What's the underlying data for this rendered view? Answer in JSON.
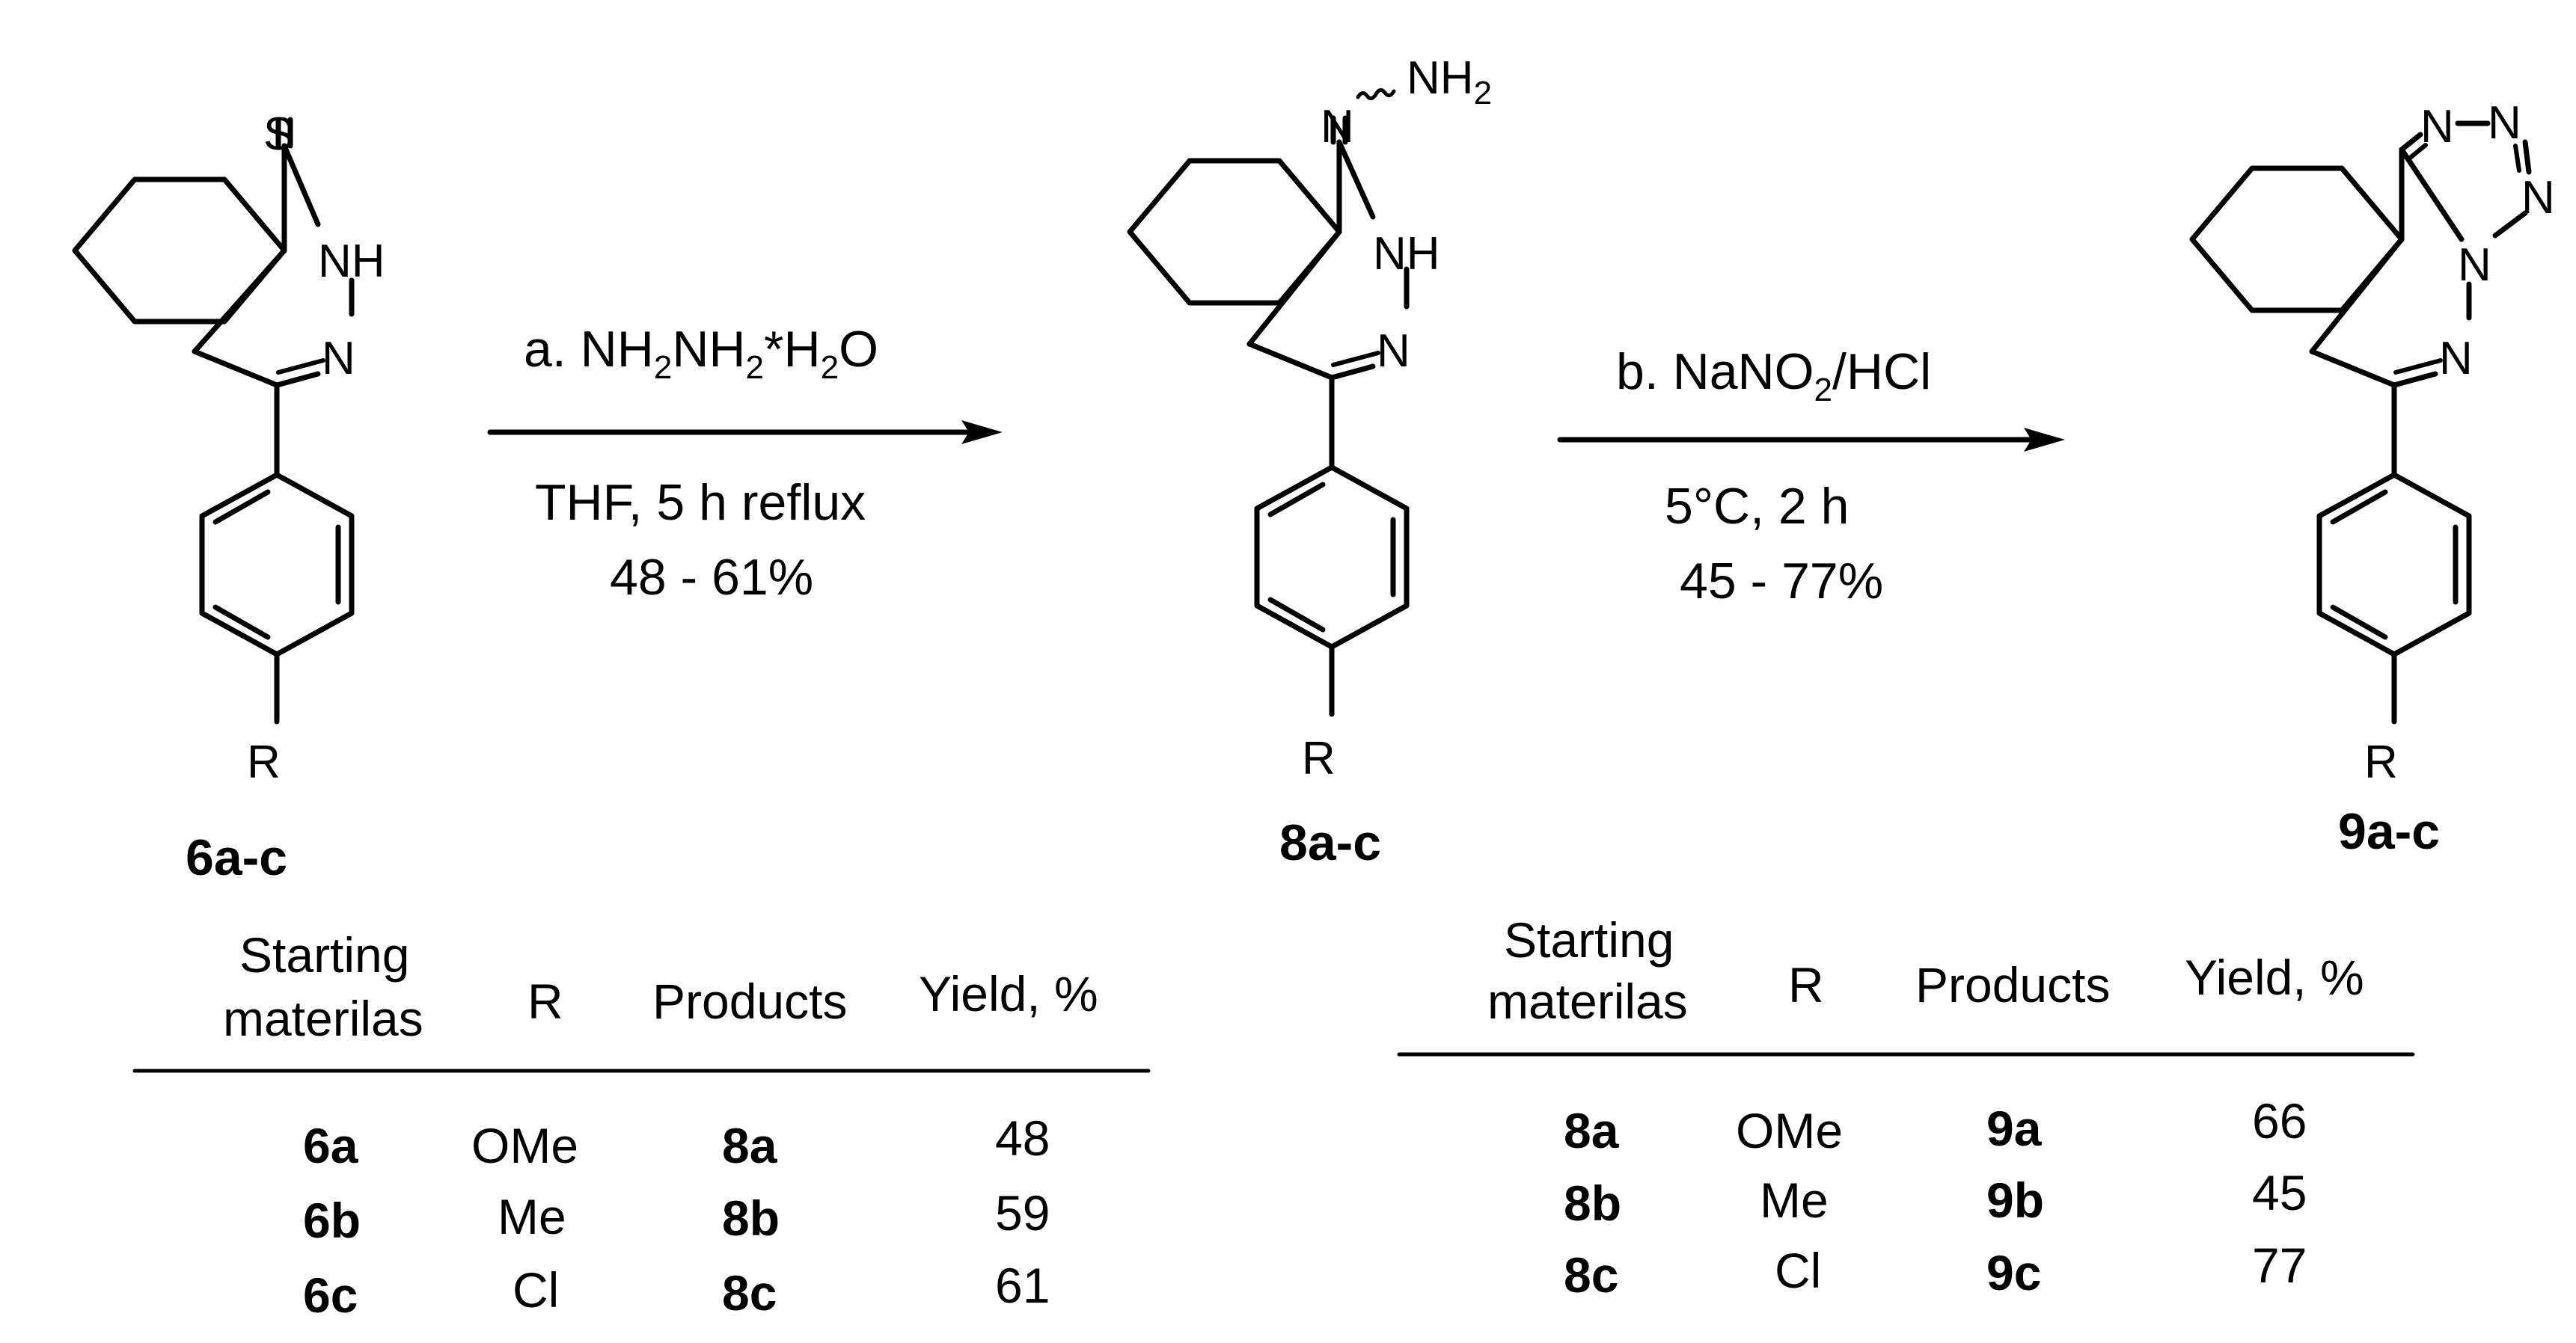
{
  "atoms": {
    "S": "S",
    "NH": "NH",
    "N": "N",
    "R": "R",
    "NH2_main": "NH",
    "NH2_sub": "2"
  },
  "compounds": {
    "start": "6a-c",
    "intermediate": "8a-c",
    "product": "9a-c"
  },
  "reactions": {
    "a": {
      "reagent_prefix": "a. NH",
      "reagent_sub1": "2",
      "reagent_mid": "NH",
      "reagent_sub2": "2",
      "reagent_mid2": "*H",
      "reagent_sub3": "2",
      "reagent_suffix": "O",
      "conditions": "THF, 5 h reflux",
      "yield": "48 - 61%"
    },
    "b": {
      "reagent_prefix": "b. NaNO",
      "reagent_sub": "2",
      "reagent_suffix": "/HCl",
      "conditions": "5°C, 2 h",
      "yield": "45 - 77%"
    }
  },
  "table1": {
    "headers": {
      "col1_line1": "Starting",
      "col1_line2": "materilas",
      "col2": "R",
      "col3": "Products",
      "col4": "Yield, %"
    },
    "rows": [
      {
        "start": "6a",
        "r": "OMe",
        "product": "8a",
        "yield": "48"
      },
      {
        "start": "6b",
        "r": "Me",
        "product": "8b",
        "yield": "59"
      },
      {
        "start": "6c",
        "r": "Cl",
        "product": "8c",
        "yield": "61"
      }
    ]
  },
  "table2": {
    "headers": {
      "col1_line1": "Starting",
      "col1_line2": "materilas",
      "col2": "R",
      "col3": "Products",
      "col4": "Yield, %"
    },
    "rows": [
      {
        "start": "8a",
        "r": "OMe",
        "product": "9a",
        "yield": "66"
      },
      {
        "start": "8b",
        "r": "Me",
        "product": "9b",
        "yield": "45"
      },
      {
        "start": "8c",
        "r": "Cl",
        "product": "9c",
        "yield": "77"
      }
    ]
  }
}
